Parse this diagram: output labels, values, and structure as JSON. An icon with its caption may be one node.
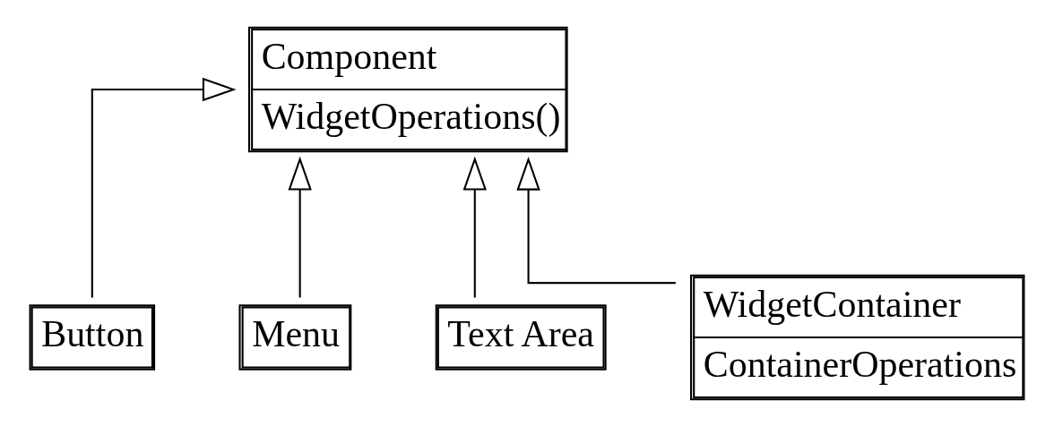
{
  "diagram": {
    "nodes": [
      {
        "text": [
          "Component",
          "WidgetOperations()"
        ]
      },
      {
        "text": [
          "Button"
        ]
      },
      {
        "text": [
          "Menu"
        ]
      },
      {
        "text": [
          "Text Area"
        ]
      },
      {
        "text": [
          "WidgetContainer",
          "ContainerOperations"
        ]
      }
    ],
    "edges": [
      {
        "from": 1,
        "to": 0,
        "arrow": "to"
      },
      {
        "from": 2,
        "to": 0,
        "arrow": "to"
      },
      {
        "from": 3,
        "to": 0,
        "arrow": "to"
      },
      {
        "from": 4,
        "to": 0,
        "arrow": "to"
      }
    ]
  }
}
